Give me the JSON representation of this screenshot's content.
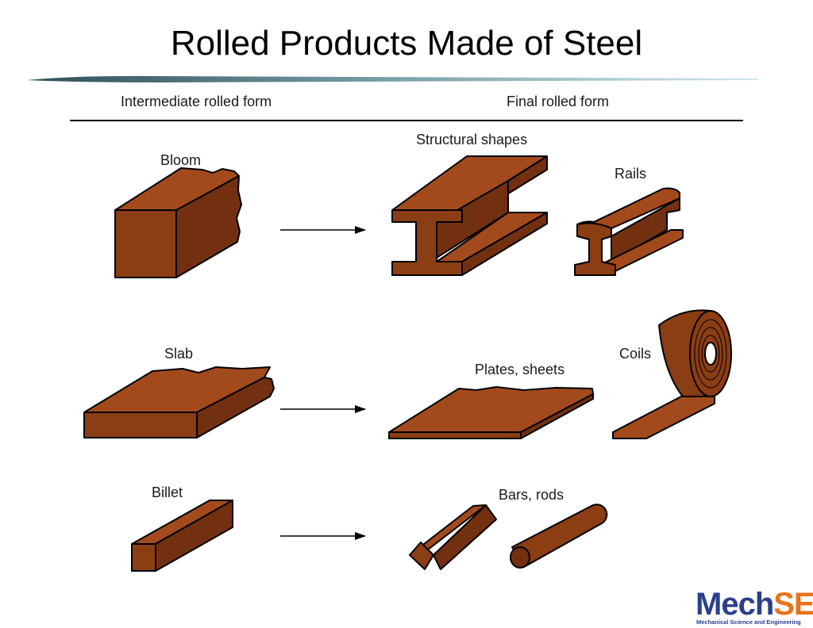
{
  "slide": {
    "title": "Rolled Products Made of Steel"
  },
  "table": {
    "headers": {
      "intermediate": "Intermediate rolled form",
      "final": "Final rolled form"
    }
  },
  "products": {
    "bloom": "Bloom",
    "structural_shapes": "Structural shapes",
    "rails": "Rails",
    "slab": "Slab",
    "plates_sheets": "Plates, sheets",
    "coils": "Coils",
    "billet": "Billet",
    "bars_rods": "Bars, rods"
  },
  "colors": {
    "steel_face": "#8b3d14",
    "steel_top": "#a34a1c",
    "steel_side": "#733010",
    "title_bar_left": "#2e4f57",
    "title_bar_right": "#cfe9ee"
  },
  "logo": {
    "mech": "Mech",
    "se": "SE",
    "subtitle": "Mechanical Science and Engineering"
  }
}
